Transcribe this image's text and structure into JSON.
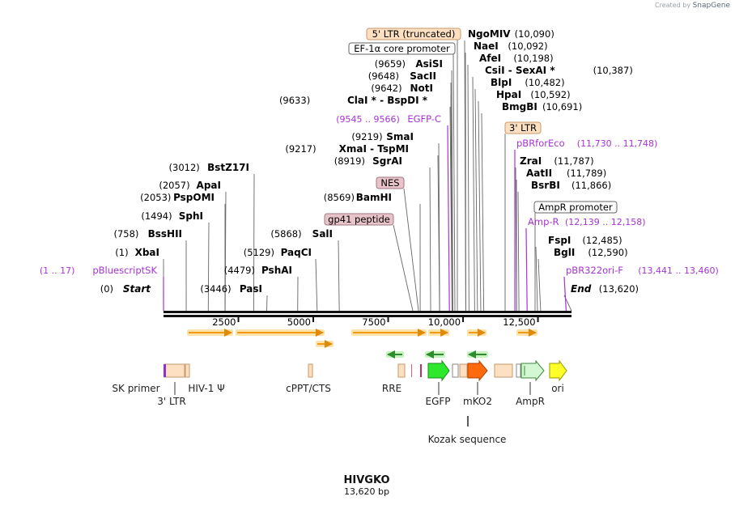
{
  "credit": {
    "prefix": "Created by",
    "brand": "SnapGene"
  },
  "title": "HIVGKO",
  "subtitle": "13,620 bp",
  "axis": {
    "total_bp": 13620,
    "ticks": [
      {
        "bp": 2500,
        "label": "2500"
      },
      {
        "bp": 5000,
        "label": "5000"
      },
      {
        "bp": 7500,
        "label": "7500"
      },
      {
        "bp": 10000,
        "label": "10,000"
      },
      {
        "bp": 12500,
        "label": "12,500"
      }
    ]
  },
  "sites": [
    {
      "pos": "(0)",
      "name": "Start",
      "bp": 0,
      "italic": true
    },
    {
      "pos": "(1)",
      "name": "XbaI",
      "bp": 1
    },
    {
      "pos": "(758)",
      "name": "BssHII",
      "bp": 758
    },
    {
      "pos": "(1494)",
      "name": "SphI",
      "bp": 1494
    },
    {
      "pos": "(2053)",
      "name": "PspOMI",
      "bp": 2053
    },
    {
      "pos": "(2057)",
      "name": "ApaI",
      "bp": 2057
    },
    {
      "pos": "(3012)",
      "name": "BstZ17I",
      "bp": 3012
    },
    {
      "pos": "(3446)",
      "name": "PasI",
      "bp": 3446
    },
    {
      "pos": "(4479)",
      "name": "PshAI",
      "bp": 4479
    },
    {
      "pos": "(5129)",
      "name": "PaqCI",
      "bp": 5129
    },
    {
      "pos": "(5868)",
      "name": "SalI",
      "bp": 5868
    },
    {
      "pos": "(8569)",
      "name": "BamHI",
      "bp": 8569
    },
    {
      "pos": "(8919)",
      "name": "SgrAI",
      "bp": 8919
    },
    {
      "pos": "(9217)",
      "name": "XmaI  -  TspMI",
      "bp": 9217
    },
    {
      "pos": "(9219)",
      "name": "SmaI",
      "bp": 9219
    },
    {
      "pos": "(9633)",
      "name": "ClaI *  -  BspDI *",
      "bp": 9633
    },
    {
      "pos": "(9642)",
      "name": "NotI",
      "bp": 9642
    },
    {
      "pos": "(9648)",
      "name": "SacII",
      "bp": 9648
    },
    {
      "pos": "(9659)",
      "name": "AsiSI",
      "bp": 9659
    },
    {
      "name": "NgoMIV",
      "pos": "(10,090)",
      "bp": 10090
    },
    {
      "name": "NaeI",
      "pos": "(10,092)",
      "bp": 10092
    },
    {
      "name": "AfeI",
      "pos": "(10,198)",
      "bp": 10198
    },
    {
      "name": "CsiI  -  SexAI *",
      "pos": "(10,387)",
      "bp": 10387
    },
    {
      "name": "BlpI",
      "pos": "(10,482)",
      "bp": 10482
    },
    {
      "name": "HpaI",
      "pos": "(10,592)",
      "bp": 10592
    },
    {
      "name": "BmgBI",
      "pos": "(10,691)",
      "bp": 10691
    },
    {
      "name": "ZraI",
      "pos": "(11,787)",
      "bp": 11787
    },
    {
      "name": "AatII",
      "pos": "(11,789)",
      "bp": 11789
    },
    {
      "name": "BsrBI",
      "pos": "(11,866)",
      "bp": 11866
    },
    {
      "name": "FspI",
      "pos": "(12,485)",
      "bp": 12485
    },
    {
      "name": "BglI",
      "pos": "(12,590)",
      "bp": 12590
    },
    {
      "name": "End",
      "pos": "(13,620)",
      "bp": 13620,
      "italic": true
    }
  ],
  "primers": [
    {
      "name": "pBluescriptSK",
      "range": "(1 .. 17)",
      "bp": 1
    },
    {
      "name": "EGFP-C",
      "range": "(9545 .. 9566)",
      "bp": 9545
    },
    {
      "name": "pBRforEco",
      "range": "(11,730 .. 11,748)",
      "bp": 11730
    },
    {
      "name": "Amp-R",
      "range": "(12,139 .. 12,158)",
      "bp": 12139
    },
    {
      "name": "pBR322ori-F",
      "range": "(13,441 .. 13,460)",
      "bp": 13441
    }
  ],
  "callouts": [
    {
      "label": "5' LTR (truncated)",
      "style": "ltr"
    },
    {
      "label": "EF-1α core promoter",
      "style": "white"
    },
    {
      "label": "3' LTR",
      "style": "ltr"
    },
    {
      "label": "AmpR promoter",
      "style": "white"
    },
    {
      "label": "NES",
      "style": "pink"
    },
    {
      "label": "gp41 peptide",
      "style": "pink"
    }
  ],
  "features": [
    {
      "label": "SK primer"
    },
    {
      "label": "HIV-1 Ψ"
    },
    {
      "label": "3' LTR"
    },
    {
      "label": "cPPT/CTS"
    },
    {
      "label": "RRE"
    },
    {
      "label": "EGFP"
    },
    {
      "label": "mKO2"
    },
    {
      "label": "AmpR"
    },
    {
      "label": "ori"
    },
    {
      "label": "Kozak sequence"
    }
  ],
  "colors": {
    "ltr_fill": "#fde0c2",
    "ltr_stroke": "#c8996a",
    "pink_fill": "#e8c3ca",
    "pink_stroke": "#a07982",
    "primer": "#a733d4",
    "egfp": "#2ee82e",
    "mko2": "#ff6a0d",
    "ampr": "#d3f7d3",
    "ori": "#ffff2a",
    "orf_arrow": "#f29b12",
    "orf_back": "#ffe2ab"
  }
}
